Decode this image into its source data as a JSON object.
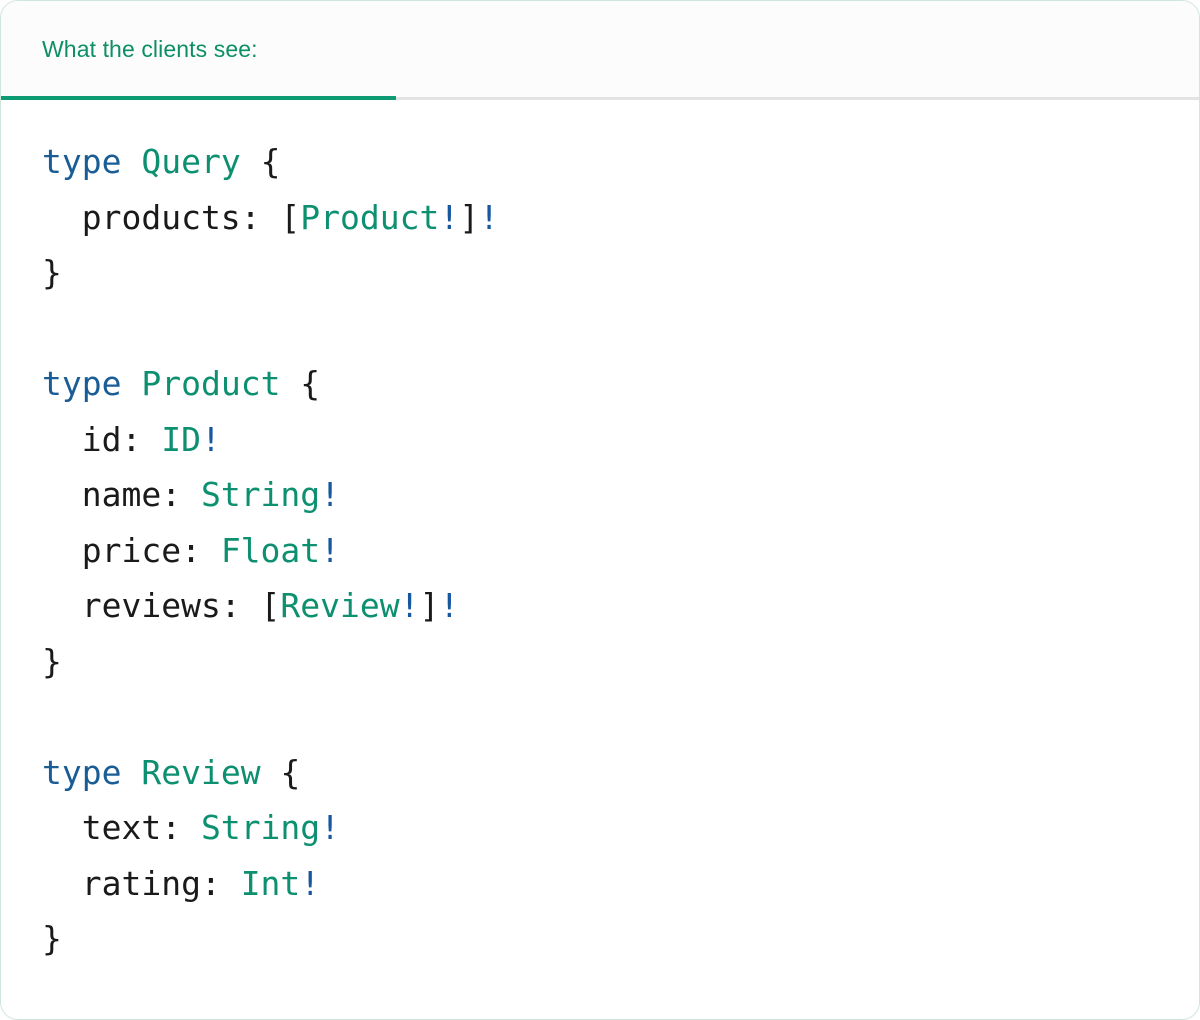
{
  "panel": {
    "border_color": "#cfe6da",
    "background": "#ffffff"
  },
  "header": {
    "tab_label": "What the clients see:",
    "tab_active": true,
    "accent_color": "#0d9b74",
    "text_color": "#0d8f66",
    "strip_background": "#fcfcfc",
    "divider_color": "#e3e3e5"
  },
  "code": {
    "language": "graphql",
    "colors": {
      "keyword": "#1a5d96",
      "type_name": "#0d9070",
      "non_null_bang": "#1757a0",
      "punctuation": "#1a1a1a",
      "field_name": "#1a1a1a"
    },
    "raw": "type Query {\n  products: [Product!]!\n}\n\ntype Product {\n  id: ID!\n  name: String!\n  price: Float!\n  reviews: [Review!]!\n}\n\ntype Review {\n  text: String!\n  rating: Int!\n}",
    "lines": [
      {
        "tokens": [
          {
            "t": "type",
            "c": "kw"
          },
          {
            "t": " ",
            "c": "punc"
          },
          {
            "t": "Query",
            "c": "tname"
          },
          {
            "t": " {",
            "c": "punc"
          }
        ]
      },
      {
        "tokens": [
          {
            "t": "  products: ",
            "c": "field"
          },
          {
            "t": "[",
            "c": "punc"
          },
          {
            "t": "Product",
            "c": "tname"
          },
          {
            "t": "!",
            "c": "bang"
          },
          {
            "t": "]",
            "c": "punc"
          },
          {
            "t": "!",
            "c": "bang"
          }
        ]
      },
      {
        "tokens": [
          {
            "t": "}",
            "c": "punc"
          }
        ]
      },
      {
        "tokens": []
      },
      {
        "tokens": [
          {
            "t": "type",
            "c": "kw"
          },
          {
            "t": " ",
            "c": "punc"
          },
          {
            "t": "Product",
            "c": "tname"
          },
          {
            "t": " {",
            "c": "punc"
          }
        ]
      },
      {
        "tokens": [
          {
            "t": "  id: ",
            "c": "field"
          },
          {
            "t": "ID",
            "c": "tname"
          },
          {
            "t": "!",
            "c": "bang"
          }
        ]
      },
      {
        "tokens": [
          {
            "t": "  name: ",
            "c": "field"
          },
          {
            "t": "String",
            "c": "tname"
          },
          {
            "t": "!",
            "c": "bang"
          }
        ]
      },
      {
        "tokens": [
          {
            "t": "  price: ",
            "c": "field"
          },
          {
            "t": "Float",
            "c": "tname"
          },
          {
            "t": "!",
            "c": "bang"
          }
        ]
      },
      {
        "tokens": [
          {
            "t": "  reviews: ",
            "c": "field"
          },
          {
            "t": "[",
            "c": "punc"
          },
          {
            "t": "Review",
            "c": "tname"
          },
          {
            "t": "!",
            "c": "bang"
          },
          {
            "t": "]",
            "c": "punc"
          },
          {
            "t": "!",
            "c": "bang"
          }
        ]
      },
      {
        "tokens": [
          {
            "t": "}",
            "c": "punc"
          }
        ]
      },
      {
        "tokens": []
      },
      {
        "tokens": [
          {
            "t": "type",
            "c": "kw"
          },
          {
            "t": " ",
            "c": "punc"
          },
          {
            "t": "Review",
            "c": "tname"
          },
          {
            "t": " {",
            "c": "punc"
          }
        ]
      },
      {
        "tokens": [
          {
            "t": "  text: ",
            "c": "field"
          },
          {
            "t": "String",
            "c": "tname"
          },
          {
            "t": "!",
            "c": "bang"
          }
        ]
      },
      {
        "tokens": [
          {
            "t": "  rating: ",
            "c": "field"
          },
          {
            "t": "Int",
            "c": "tname"
          },
          {
            "t": "!",
            "c": "bang"
          }
        ]
      },
      {
        "tokens": [
          {
            "t": "}",
            "c": "punc"
          }
        ]
      }
    ]
  }
}
